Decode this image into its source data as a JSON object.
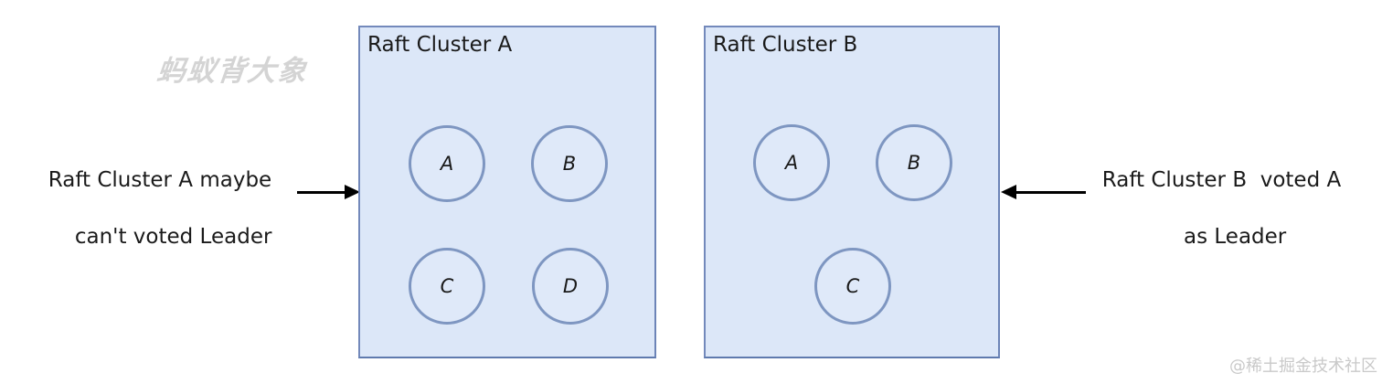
{
  "watermark": "蚂蚁背大象",
  "credit": "@稀土掘金技术社区",
  "left_annotation": {
    "line1": "Raft Cluster A maybe",
    "line2": "can't voted Leader"
  },
  "right_annotation": {
    "line1": "Raft Cluster B  voted A",
    "line2": "as Leader"
  },
  "clusters": [
    {
      "title": "Raft Cluster A",
      "nodes": [
        "A",
        "B",
        "C",
        "D"
      ]
    },
    {
      "title": "Raft Cluster B",
      "nodes": [
        "A",
        "B",
        "C"
      ]
    }
  ],
  "colors": {
    "box_fill": "#dce7f8",
    "box_border": "#7389bb",
    "circle_border": "#7e96c1",
    "text": "#1a1a1a",
    "watermark": "#d4d4d4",
    "credit": "#c9c9c9",
    "arrow": "#000000"
  }
}
